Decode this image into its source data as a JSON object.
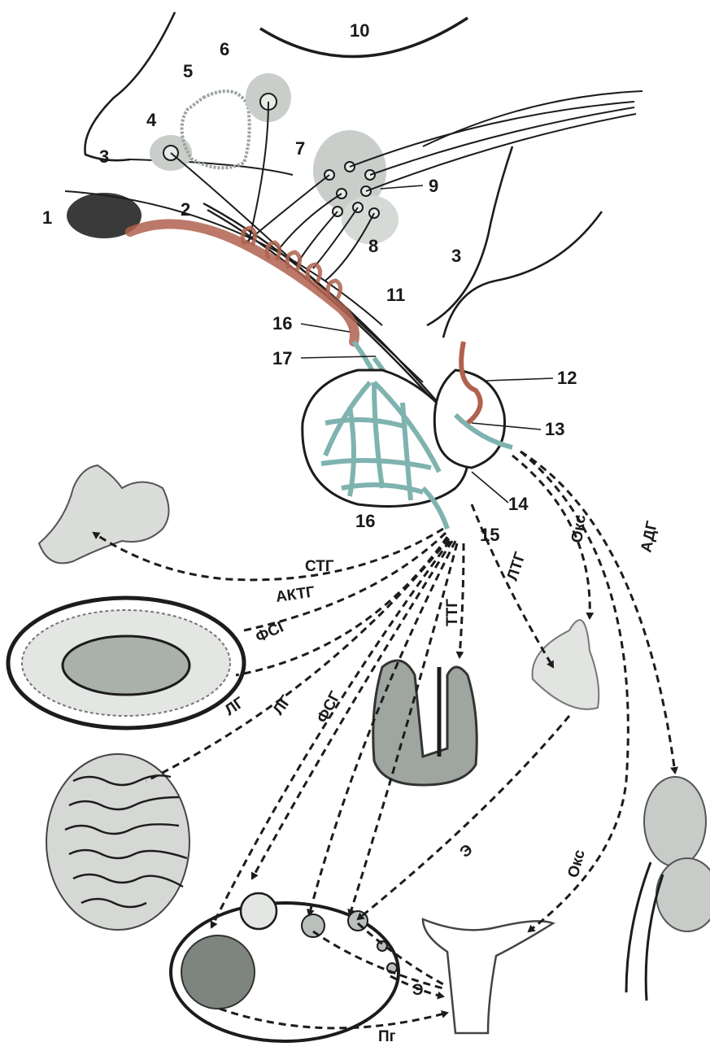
{
  "structure_numbers": {
    "n1": "1",
    "n2": "2",
    "n3a": "3",
    "n3b": "3",
    "n4": "4",
    "n5": "5",
    "n6": "6",
    "n7": "7",
    "n8": "8",
    "n9": "9",
    "n10": "10",
    "n11": "11",
    "n12": "12",
    "n13": "13",
    "n14": "14",
    "n15": "15",
    "n16a": "16",
    "n16b": "16",
    "n17": "17"
  },
  "hormone_labels": {
    "stg": "СТГ",
    "aktg": "АКТГ",
    "fsg_adrenal": "ФСГ",
    "lg_testis": "ЛГ",
    "lg_ovary": "ЛГ",
    "fsg_ovary": "ФСГ",
    "ttg": "ТТГ",
    "ltg": "ЛТГ",
    "oks_upper": "Окс",
    "adg": "АДГ",
    "e_upper": "Э",
    "oks_lower": "Окс",
    "e_lower": "Э",
    "pg": "Пг"
  },
  "colors": {
    "neuron_red": "#b0624f",
    "portal_teal": "#7fb3b0",
    "ink": "#1c1c1c",
    "shade": "#9aa39c"
  }
}
